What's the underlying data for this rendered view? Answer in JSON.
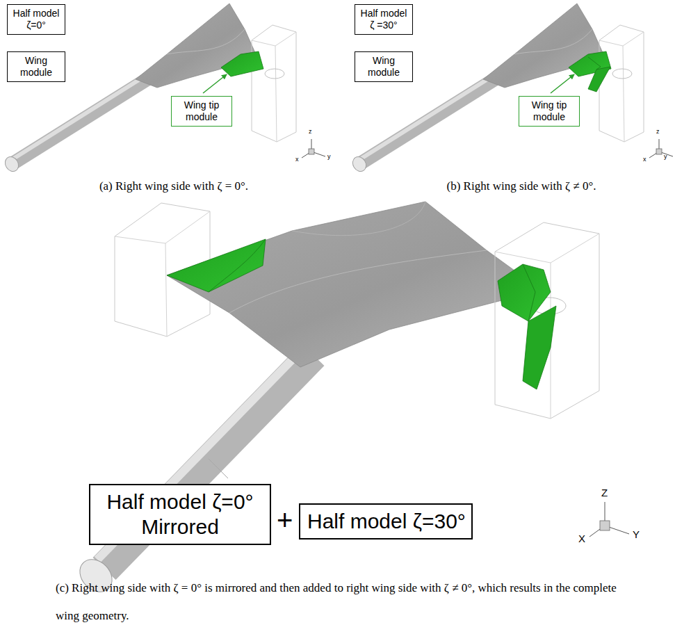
{
  "diagram": {
    "nodes": [
      {
        "text": [
          "Half model ζ=0°"
        ]
      },
      {
        "text": [
          "Wing module"
        ]
      },
      {
        "text": [
          "Wing tip module"
        ]
      },
      {
        "text": [
          "Half model ζ =30°"
        ]
      },
      {
        "text": [
          "Wing module"
        ]
      },
      {
        "text": [
          "Wing tip module"
        ]
      },
      {
        "text": [
          "Half model ζ=0° Mirrored"
        ]
      },
      {
        "text": [
          "Half model ζ=30°"
        ]
      }
    ],
    "labels": [
      "z",
      "x",
      "y",
      "z",
      "x",
      "y",
      "+",
      "Z",
      "X",
      "Y",
      "(a) Right wing side with ζ = 0°.",
      "(b) Right wing side with ζ ≠ 0°.",
      "(c) Right wing side with ζ = 0° is mirrored and then added to right wing side with ζ ≠ 0°, which results in the complete wing geometry."
    ]
  }
}
